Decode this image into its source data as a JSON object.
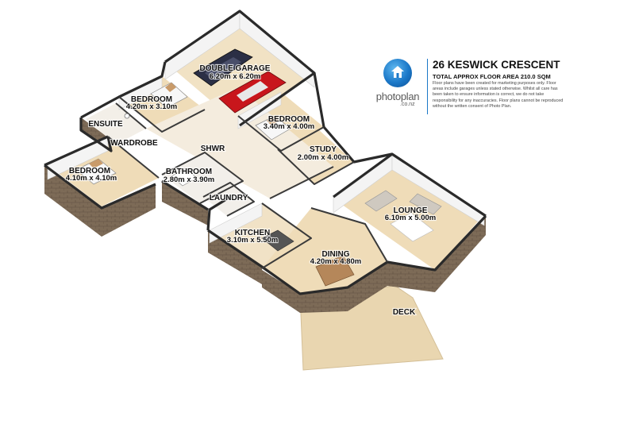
{
  "header": {
    "logo_text": "photoplan",
    "logo_sub": ".co.nz",
    "address": "26 KESWICK CRESCENT",
    "total_area": "TOTAL APPROX FLOOR AREA 210.0 SQM",
    "disclaimer": "Floor plans have been created for marketing purposes only. Floor areas include garages unless stated otherwise. Whilst all care has been taken to ensure information is correct, we do not take responsibility for any inaccuracies. Floor plans cannot be reproduced without the written consent of Photo Plan."
  },
  "rooms": {
    "garage": {
      "name": "DOUBLE GARAGE",
      "dims": "6.20m x 6.20m"
    },
    "bedroom_top": {
      "name": "BEDROOM",
      "dims": "4.20m x 3.10m"
    },
    "bedroom_mid": {
      "name": "BEDROOM",
      "dims": "3.40m x 4.00m"
    },
    "ensuite": {
      "name": "ENSUITE"
    },
    "wardrobe": {
      "name": "WARDROBE"
    },
    "shwr": {
      "name": "SHWR"
    },
    "study": {
      "name": "STUDY",
      "dims": "2.00m x 4.00m"
    },
    "bedroom_left": {
      "name": "BEDROOM",
      "dims": "4.10m x 4.10m"
    },
    "bathroom": {
      "name": "BATHROOM",
      "dims": "2.80m x 3.90m"
    },
    "laundry": {
      "name": "LAUNDRY"
    },
    "lounge": {
      "name": "LOUNGE",
      "dims": "6.10m x 5.00m"
    },
    "kitchen": {
      "name": "KITCHEN",
      "dims": "3.10m x 5.50m"
    },
    "dining": {
      "name": "DINING",
      "dims": "4.20m x 4.80m"
    },
    "deck": {
      "name": "DECK"
    }
  },
  "colors": {
    "floor": "#efdcb8",
    "floor_light": "#f6ead2",
    "wall_top": "#2a2a2a",
    "wall_inner": "#f2f2f2",
    "brick": "#7a6a58",
    "deck": "#e7d3ad",
    "brand_blue": "#1b78c8",
    "car_red": "#c8161c",
    "car_dark": "#2b2f45"
  }
}
